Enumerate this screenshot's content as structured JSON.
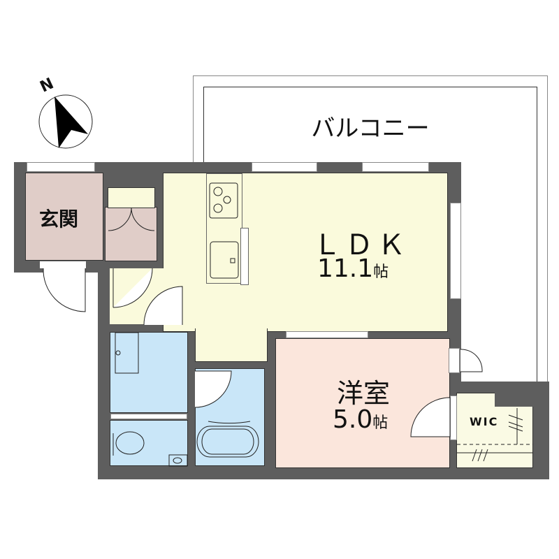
{
  "compass": {
    "label": "N",
    "direction": "north-northwest"
  },
  "balcony": {
    "label": "バルコニー"
  },
  "rooms": {
    "entrance": {
      "label": "玄関",
      "color": "#e0cdc8"
    },
    "ldk": {
      "label": "ＬＤＫ",
      "size": "11.1",
      "unit": "帖",
      "color": "#fafadc"
    },
    "western_room": {
      "label": "洋室",
      "size": "5.0",
      "unit": "帖",
      "color": "#fbe6dc"
    },
    "wic": {
      "label": "WIC",
      "color": "#fafae4"
    },
    "washroom": {
      "color": "#c9e6f8"
    },
    "toilet": {
      "color": "#c9e6f8"
    },
    "bathroom": {
      "color": "#c9e6f8"
    },
    "shoe_closet": {
      "color": "#e0cdc8"
    }
  },
  "colors": {
    "wall": "#5e5e5e",
    "outline": "#333333",
    "background": "#ffffff"
  }
}
